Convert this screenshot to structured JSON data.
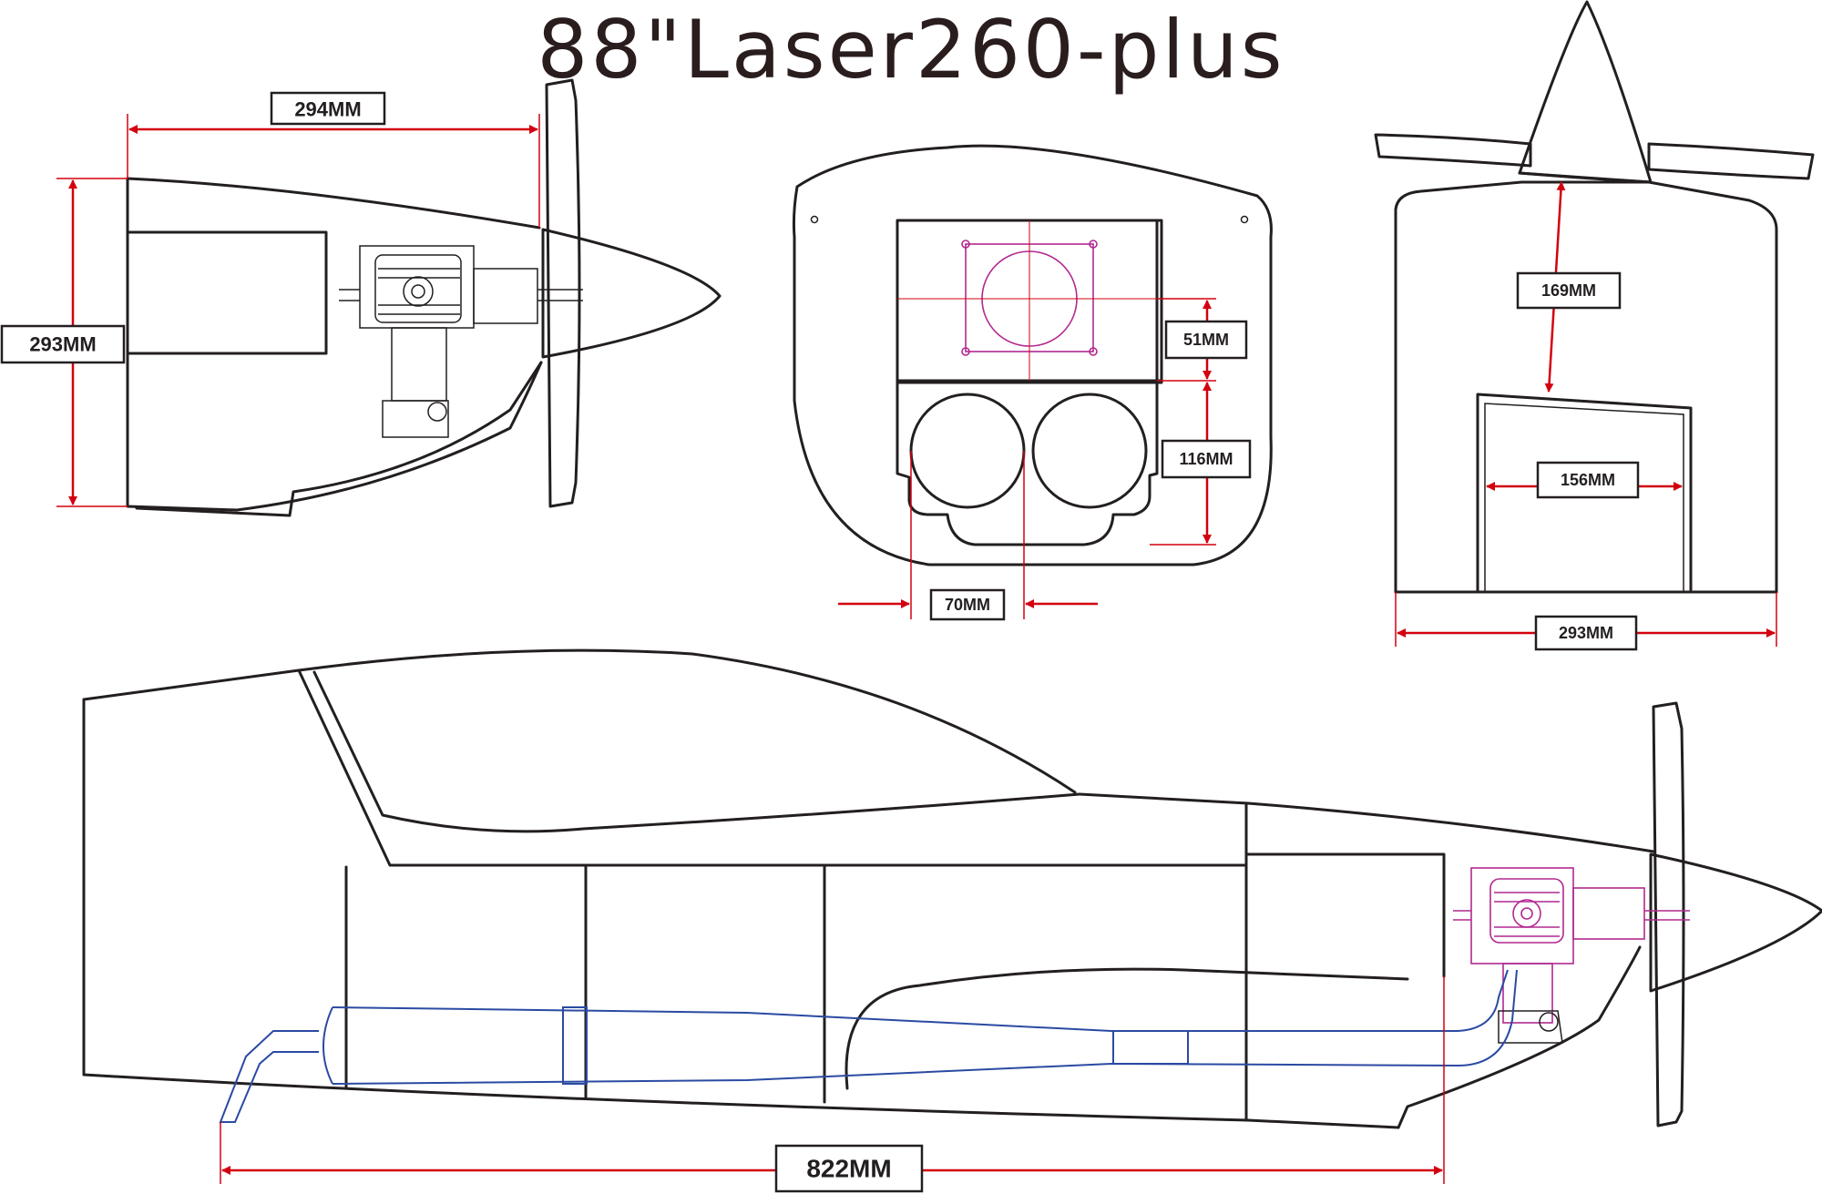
{
  "title": "88\"Laser260-plus",
  "dimensions": {
    "side_cowl_length": "294MM",
    "side_cowl_height": "293MM",
    "front_mount_v": "51MM",
    "front_cutout_h": "116MM",
    "front_spacing": "70MM",
    "rear_spinner_h": "169MM",
    "rear_opening_w": "156MM",
    "rear_width": "293MM",
    "fuselage_length": "822MM"
  },
  "colors": {
    "dimension": "#d3000f",
    "outline": "#231f20",
    "engine_mount": "#b1298f",
    "exhaust": "#2b4aa3"
  }
}
